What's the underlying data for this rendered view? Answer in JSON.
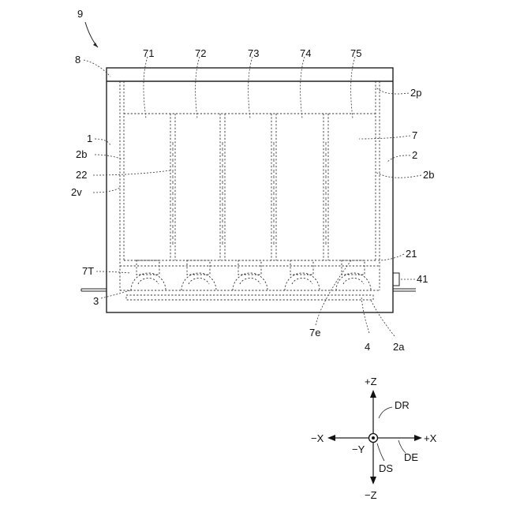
{
  "figure": {
    "ref_main": "9",
    "ref_lid": "8",
    "ref_case": "1",
    "ref_inner_wall": "2b",
    "ref_partition": "22",
    "ref_vertical": "2v",
    "ref_tray": "7T",
    "ref_bottom_part": "3",
    "ref_top_inner": "2p",
    "ref_rack": "7",
    "ref_container": "2",
    "ref_inner_wall_right": "2b",
    "ref_floor": "21",
    "ref_connector": "41",
    "ref_edge": "7e",
    "ref_plate": "4",
    "ref_bottom_inner": "2a",
    "slots": [
      "71",
      "72",
      "73",
      "74",
      "75"
    ]
  },
  "axes": {
    "plus_z": "+Z",
    "minus_z": "−Z",
    "plus_x": "+X",
    "minus_x": "−X",
    "minus_y": "−Y",
    "dr": "DR",
    "ds": "DS",
    "de": "DE"
  }
}
